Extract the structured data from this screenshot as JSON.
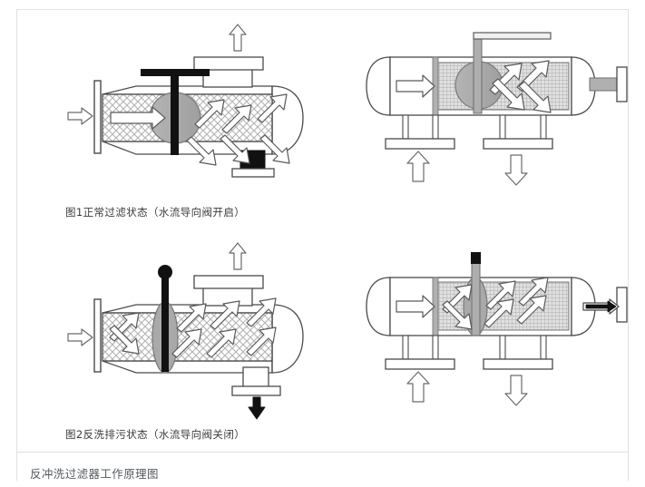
{
  "document": {
    "bottom_caption": "反冲洗过滤器工作原理图",
    "border_color": "#e2e2e2",
    "background": "#ffffff"
  },
  "figures": [
    {
      "id": "fig1",
      "caption": "图1正常过滤状态（水流导向阀开启）",
      "state": "normal-filtration",
      "valve": "open"
    },
    {
      "id": "fig2",
      "caption": "图2反洗排污状态（水流导向阀关闭）",
      "state": "backwash-drain",
      "valve": "closed"
    }
  ],
  "diagram": {
    "type": "backwash-filter-working-principle",
    "panels": [
      {
        "name": "fig1-side-view",
        "position": "top-left",
        "mesh": "diagonal-crosshatch",
        "valve_handle": "black-tee-handle",
        "valve_disc": "gray-circle-open",
        "inlet_arrow": "right",
        "top_outlet_arrow": "up",
        "bottom_port": "black-plug-closed",
        "internal_arrows": 6
      },
      {
        "name": "fig1-section-view",
        "position": "top-right",
        "mesh": "fine-square-grid",
        "valve_handle": "gray-lever-horizontal",
        "valve_disc": "gray-circle-open",
        "inlet_arrow": "right",
        "bottom_inlet_arrow": "up",
        "bottom_outlet_arrow": "down",
        "side_port": "gray-nozzle-flange",
        "internal_arrows": 4
      },
      {
        "name": "fig2-side-view",
        "position": "bottom-left",
        "mesh": "diagonal-crosshatch",
        "valve_handle": "black-knob-stem",
        "valve_disc": "gray-ellipse-closed",
        "inlet_arrow": "right",
        "top_outlet_arrow": "up",
        "bottom_port": "open-drain-flange",
        "drain_arrow": "down-black",
        "internal_arrows": 8
      },
      {
        "name": "fig2-section-view",
        "position": "bottom-right",
        "mesh": "fine-square-grid",
        "valve_handle": "gray-stem-black-cap",
        "valve_disc": "gray-ellipse-closed",
        "inlet_arrow": "right",
        "bottom_inlet_arrow": "up",
        "bottom_outlet_arrow": "down",
        "side_port": "black-arrow-outlet",
        "internal_arrows": 8
      }
    ],
    "colors": {
      "outline": "#4a4a4a",
      "mesh_line": "#b9b9b9",
      "valve_gray": "#a8a8a8",
      "valve_black": "#111111",
      "arrow_fill": "#ffffff",
      "arrow_stroke": "#555555",
      "body_fill": "#ffffff",
      "grid_fill": "#d6d6d6"
    }
  }
}
